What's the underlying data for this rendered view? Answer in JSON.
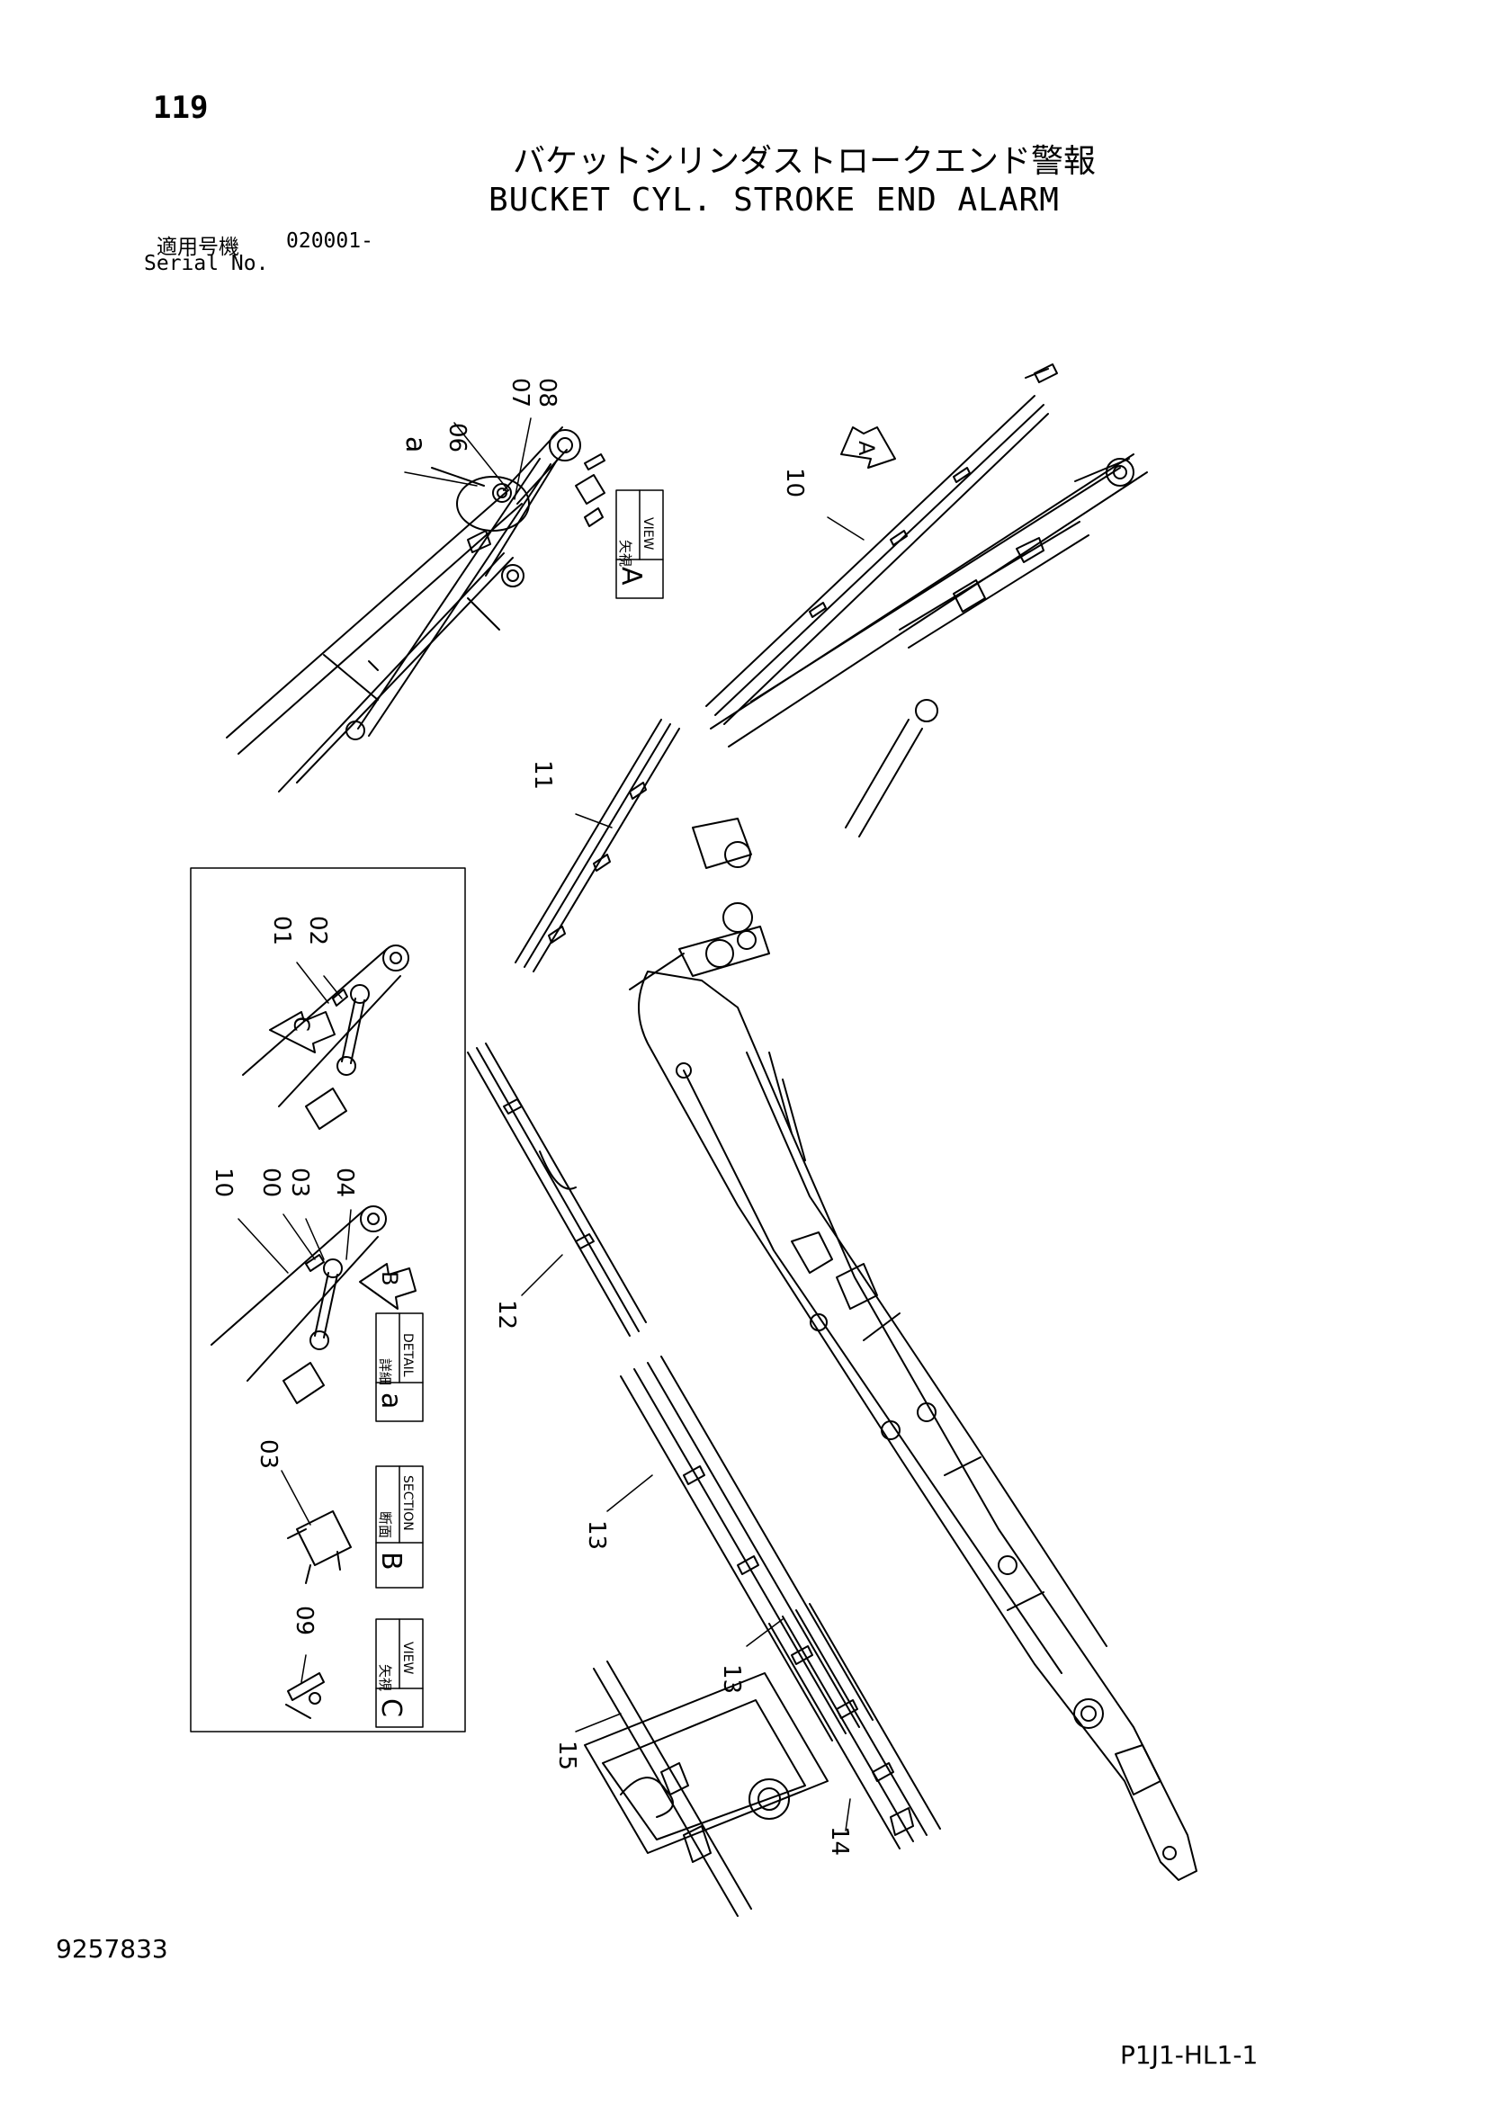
{
  "header": {
    "page_number": "119",
    "title_jp": "バケットシリンダストロークエンド警報",
    "title_en": "BUCKET CYL. STROKE END ALARM",
    "serial_label_jp": "適用号機",
    "serial_value": "020001-",
    "serial_label_en": "Serial No."
  },
  "callouts": [
    "06",
    "07",
    "08",
    "10",
    "11",
    "12",
    "13",
    "13",
    "14",
    "15",
    "01",
    "02",
    "10",
    "00",
    "03",
    "04",
    "03",
    "09"
  ],
  "view_letters": {
    "a": "a",
    "A": "A",
    "B": "B",
    "C": "C",
    "detail_a": "a"
  },
  "view_tags": {
    "view_a": {
      "jp": "矢視",
      "en": "VIEW",
      "letter": "A"
    },
    "detail_a": {
      "jp": "詳細",
      "en": "DETAIL",
      "letter": "a"
    },
    "section_b": {
      "jp": "断面",
      "en": "SECTION",
      "letter": "B"
    },
    "view_c": {
      "jp": "矢視",
      "en": "VIEW",
      "letter": "C"
    }
  },
  "footer": {
    "drawing_number": "9257833",
    "page_code": "P1J1-HL1-1"
  }
}
